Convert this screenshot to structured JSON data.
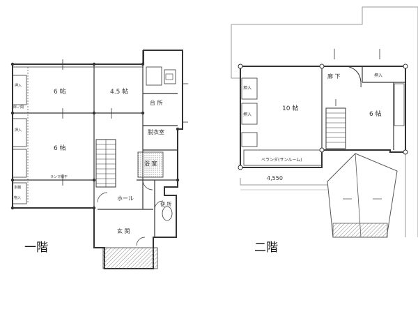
{
  "colors": {
    "ink": "#333333",
    "faint": "#9a9a9a",
    "hatch": "#bdbdbd",
    "paper": "#ffffff"
  },
  "labels": {
    "floor1": "一階",
    "floor2": "二階"
  },
  "floor1": {
    "room_6jo_top": "6 帖",
    "room_45jo": "4.5 帖",
    "room_6jo_bottom": "6 帖",
    "kitchen": "台 所",
    "dressing": "脱衣室",
    "bath": "浴 室",
    "toilet": "便 所",
    "hall": "ホール",
    "entrance": "玄 関",
    "storage1": "押入",
    "storage2": "押入",
    "tokonoma": "床ノ間",
    "ranma": "ランマ欄干",
    "bookshelf": "本棚",
    "shelf": "物入"
  },
  "floor2": {
    "room_10jo": "10 帖",
    "room_6jo": "6 帖",
    "corridor": "廊 下",
    "storage_right": "押入",
    "storage_left1": "押入",
    "storage_left2": "押入",
    "veranda": "ベランダ(サンルーム)",
    "dimension": "4,550"
  }
}
